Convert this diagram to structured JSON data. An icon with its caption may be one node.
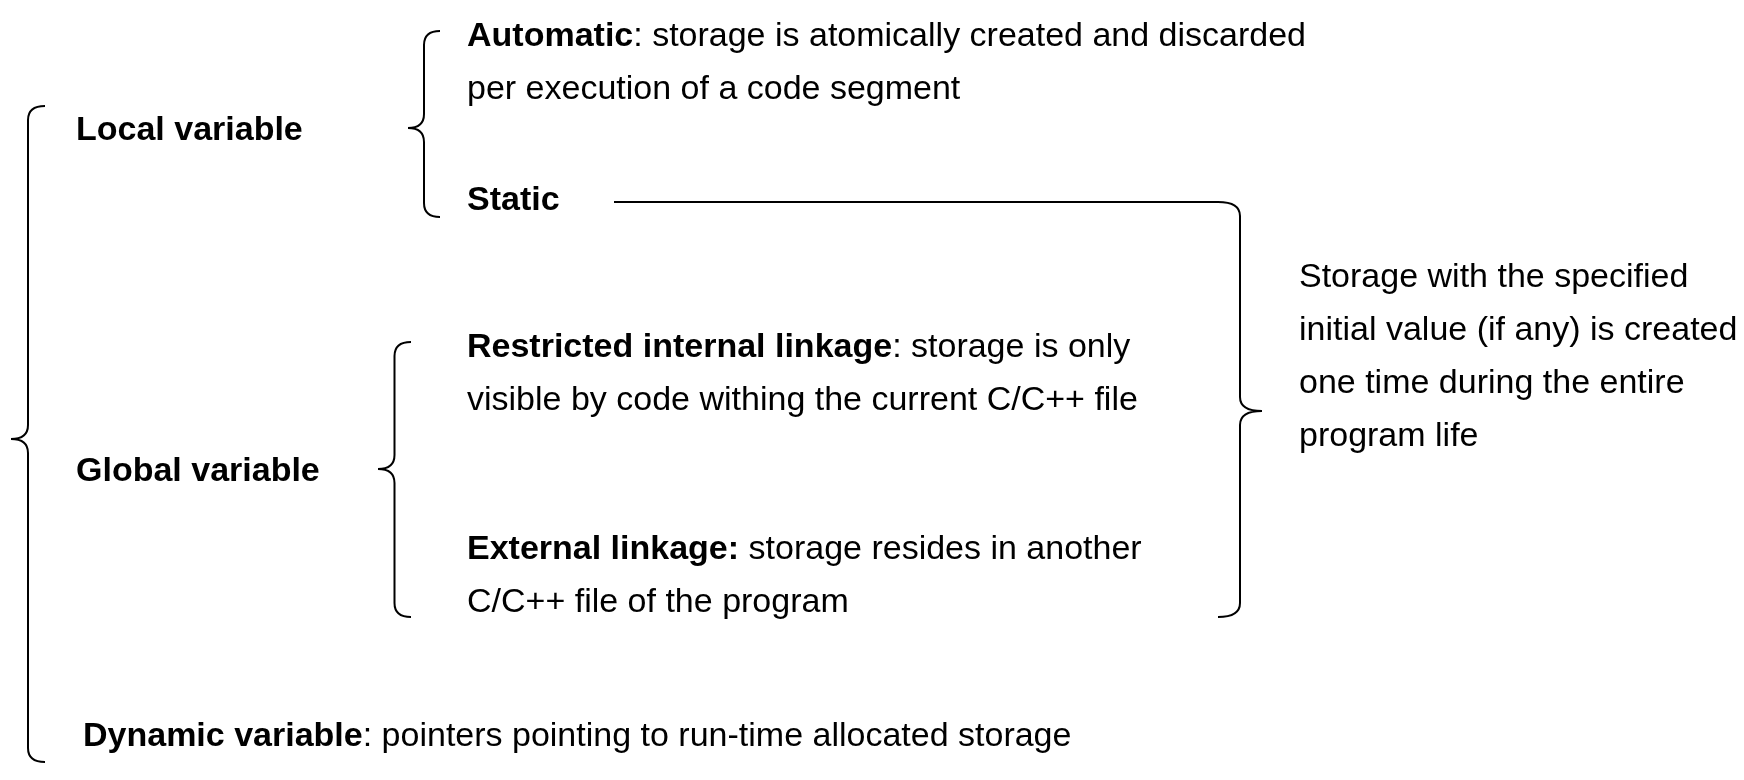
{
  "diagram": {
    "nodes": [
      {
        "text": [
          "Local variable"
        ]
      },
      {
        "text": [
          "**Automatic**: storage is atomically created and discarded per execution of a code segment"
        ]
      },
      {
        "text": [
          "Static"
        ]
      },
      {
        "text": [
          "Global variable"
        ]
      },
      {
        "text": [
          "**Restricted internal linkage**: storage is only visible by code withing the current C/C++ file"
        ]
      },
      {
        "text": [
          "**External linkage:** storage resides in another C/C++ file of the program"
        ]
      },
      {
        "text": [
          "Storage with the specified initial value (if any) is created one time during the entire program life"
        ]
      },
      {
        "text": [
          "**Dynamic variable**: pointers pointing to run-time allocated storage"
        ]
      }
    ]
  }
}
